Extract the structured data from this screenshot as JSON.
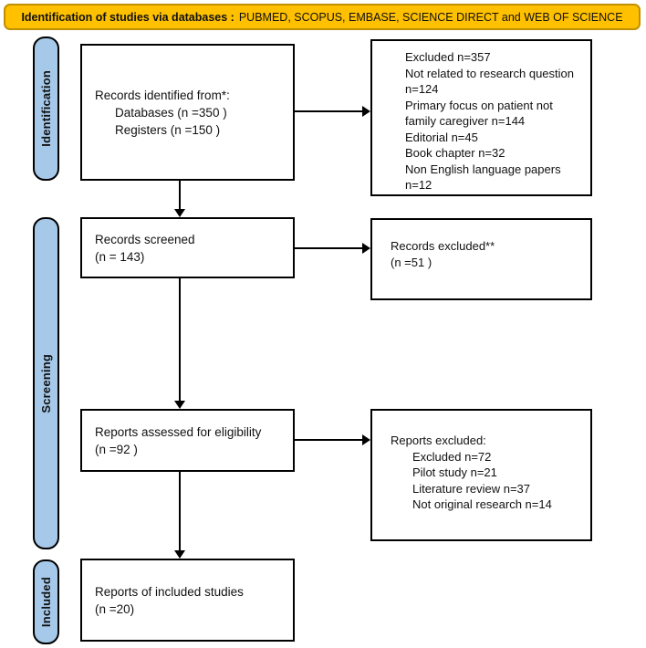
{
  "header": {
    "title_bold": "Identification of studies via databases :",
    "title_regular": "PUBMED, SCOPUS, EMBASE, SCIENCE DIRECT and WEB OF SCIENCE",
    "fill_color": "#FFC000",
    "border_color": "#BF9000"
  },
  "stages": {
    "fill_color": "#A6C9EA",
    "identification": "Identification",
    "screening": "Screening",
    "included": "Included"
  },
  "flow": {
    "boxes": {
      "records_identified": {
        "line1": "Records identified from*:",
        "line2": "Databases (n =350 )",
        "line3": "Registers (n =150 )"
      },
      "records_screened": {
        "line1": "Records screened",
        "line2": "(n = 143)"
      },
      "reports_assessed": {
        "line1": "Reports assessed for eligibility",
        "line2": "(n =92 )"
      },
      "reports_included": {
        "line1": "Reports of included studies",
        "line2": "(n =20)"
      },
      "excluded_initial": {
        "lines": [
          "Excluded n=357",
          "Not related to research question n=124",
          "Primary focus on patient not family caregiver n=144",
          "Editorial n=45",
          "Book chapter n=32",
          "Non English language papers n=12"
        ]
      },
      "records_excluded": {
        "line1": "Records excluded**",
        "line2": "(n =51 )"
      },
      "reports_excluded": {
        "title": "Reports excluded:",
        "items": [
          "Excluded n=72",
          "Pilot study n=21",
          "Literature review n=37",
          "Not original research n=14"
        ]
      }
    }
  }
}
